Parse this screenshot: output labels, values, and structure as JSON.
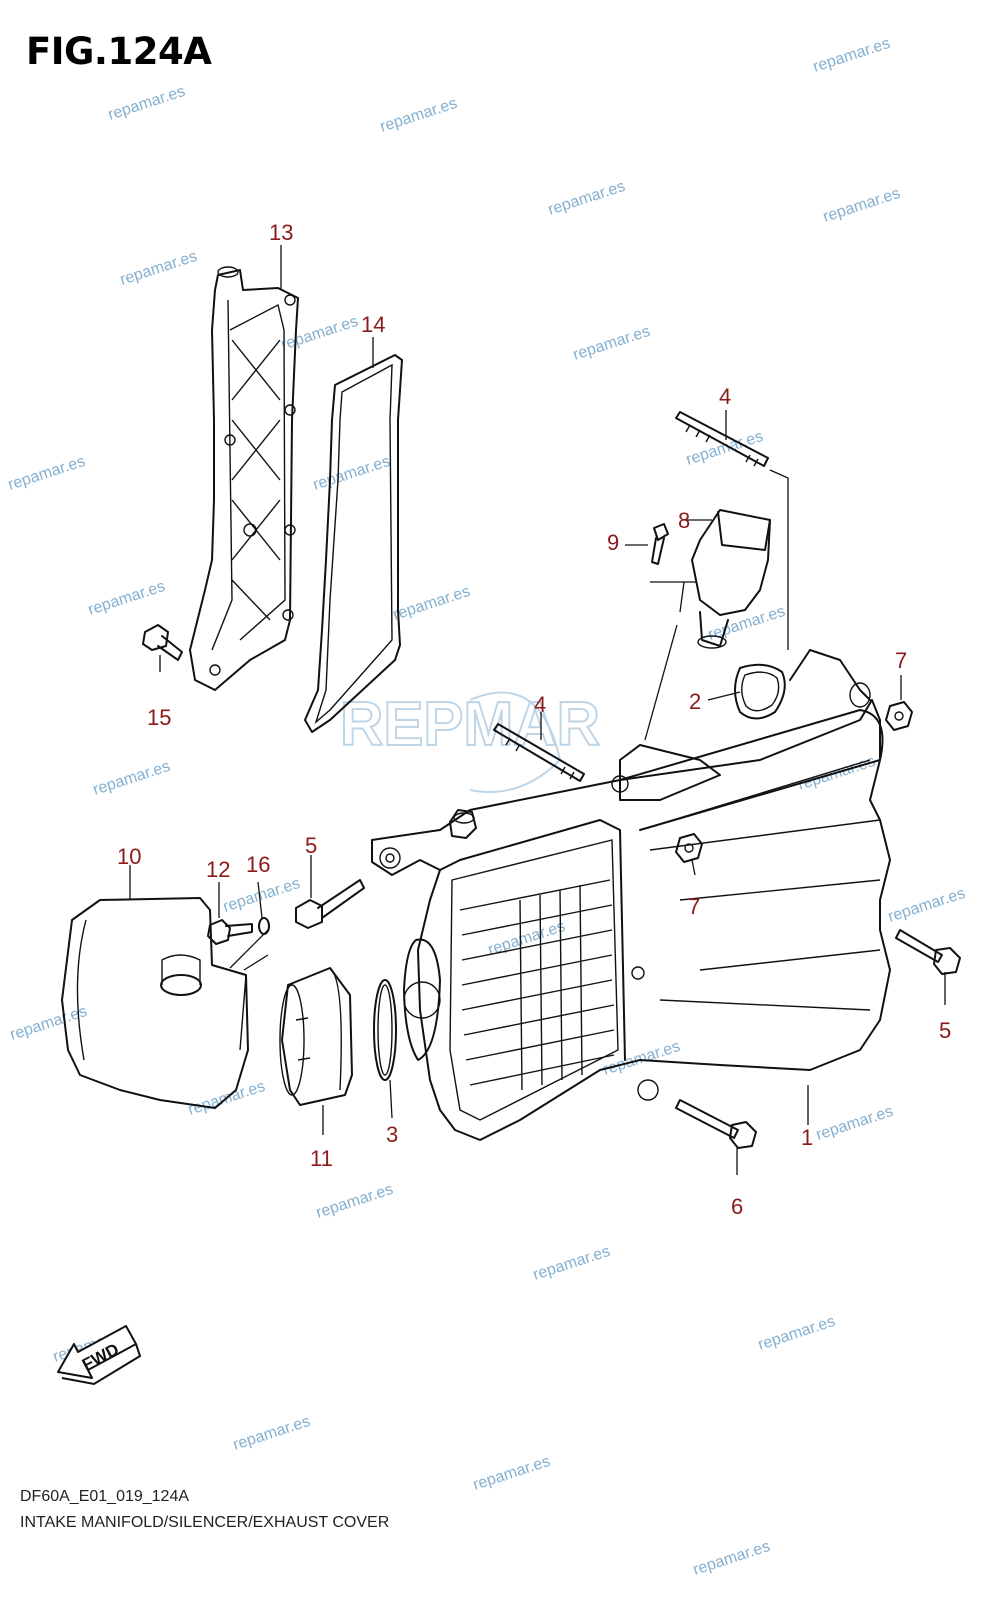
{
  "figure": {
    "title": "FIG.124A",
    "code": "DF60A_E01_019_124A",
    "description": "INTAKE MANIFOLD/SILENCER/EXHAUST COVER"
  },
  "callouts": [
    "1",
    "2",
    "3",
    "4",
    "4",
    "5",
    "5",
    "6",
    "7",
    "7",
    "8",
    "9",
    "10",
    "11",
    "12",
    "13",
    "14",
    "15",
    "16"
  ],
  "fwd_label": "FWD",
  "logo_text": "REPMAR",
  "watermark": "repamar.es",
  "colors": {
    "callout": "#8b1a1a",
    "watermark": "#6fa3c9",
    "line": "#111111"
  }
}
